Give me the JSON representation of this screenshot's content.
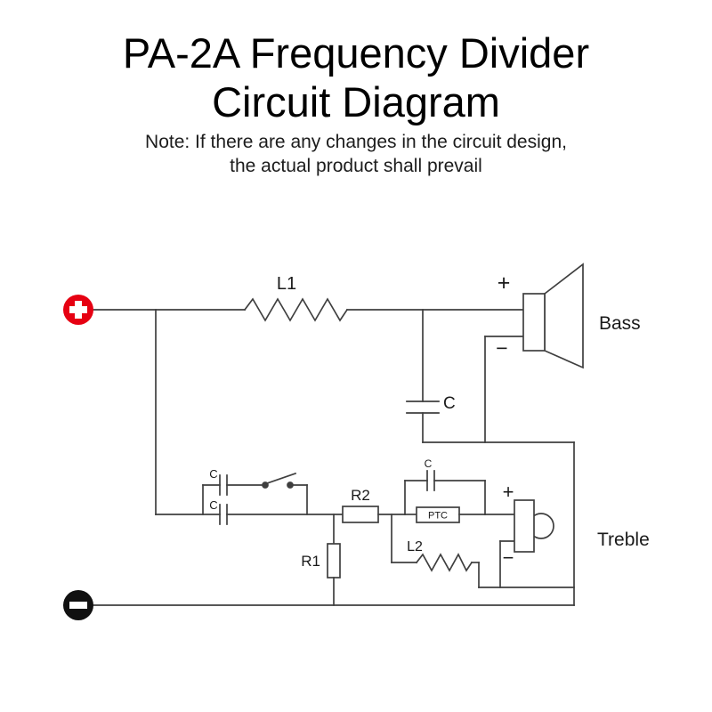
{
  "header": {
    "title_line1": "PA-2A Frequency Divider",
    "title_line2": "Circuit Diagram",
    "note_line1": "Note: If there are any changes in the circuit design,",
    "note_line2": "the actual product shall prevail"
  },
  "diagram": {
    "labels": {
      "l1": "L1",
      "bass_cap": "C",
      "bass_plus": "+",
      "bass_minus": "−",
      "bass_speaker": "Bass",
      "sel_cap_top": "C",
      "sel_cap_bottom": "C",
      "r2": "R2",
      "r1": "R1",
      "treble_cap": "C",
      "ptc": "PTC",
      "l2": "L2",
      "treble_plus": "+",
      "treble_minus": "−",
      "treble_speaker": "Treble"
    },
    "colors": {
      "wire": "#3f3f3f",
      "terminal_positive": "#e60012",
      "terminal_negative": "#111111",
      "terminal_glyph": "#ffffff"
    }
  }
}
